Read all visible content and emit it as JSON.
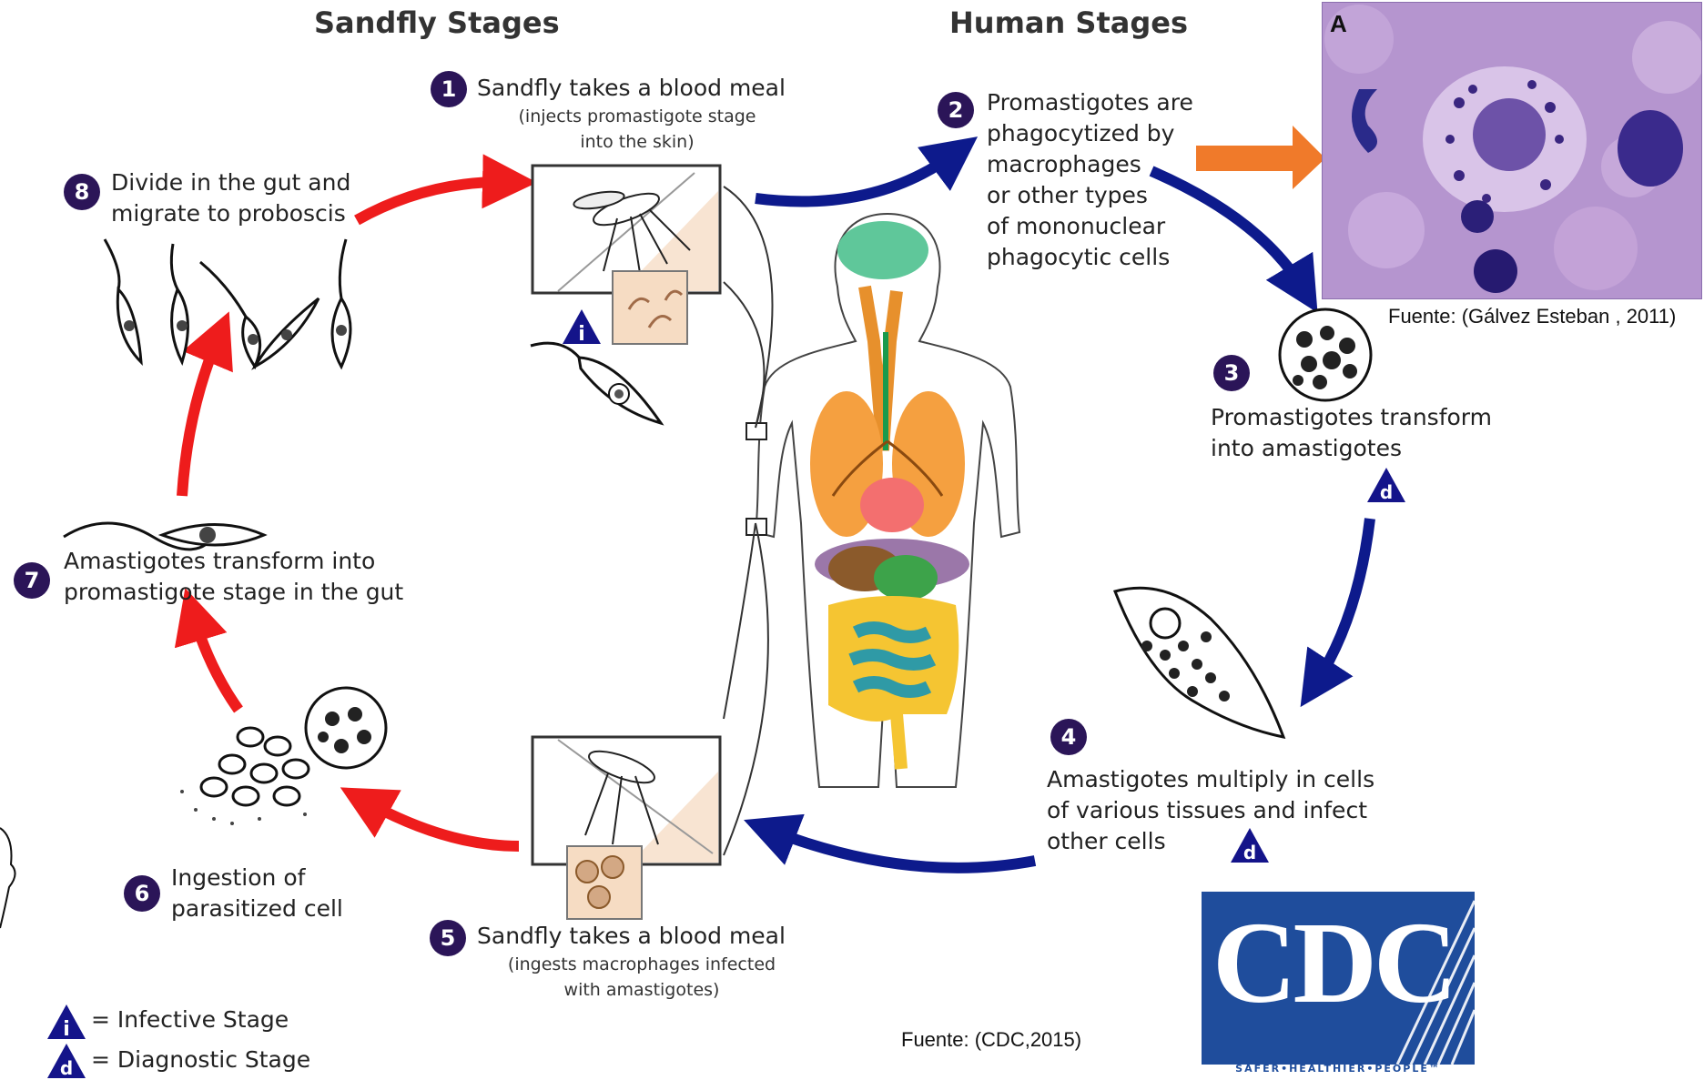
{
  "headers": {
    "sandfly": "Sandfly Stages",
    "human": "Human Stages"
  },
  "steps": [
    {
      "num": "1",
      "title": "Sandfly takes a blood meal",
      "sub_line1": "(injects promastigote stage",
      "sub_line2": "into the skin)"
    },
    {
      "num": "2",
      "line1": "Promastigotes are",
      "line2": "phagocytized by",
      "line3": "macrophages",
      "line4": "or other types",
      "line5": "of mononuclear",
      "line6": "phagocytic cells"
    },
    {
      "num": "3",
      "line1": "Promastigotes transform",
      "line2": "into amastigotes"
    },
    {
      "num": "4",
      "line1": "Amastigotes multiply in cells",
      "line2": "of various tissues and infect",
      "line3": "other cells"
    },
    {
      "num": "5",
      "title": "Sandfly takes a blood meal",
      "sub_line1": "(ingests macrophages infected",
      "sub_line2": "with amastigotes)"
    },
    {
      "num": "6",
      "line1": "Ingestion of",
      "line2": "parasitized cell"
    },
    {
      "num": "7",
      "line1": "Amastigotes transform into",
      "line2": "promastigote stage in  the gut"
    },
    {
      "num": "8",
      "line1": "Divide in the gut and",
      "line2": "migrate to proboscis"
    }
  ],
  "micrograph": {
    "label": "A",
    "caption": "Fuente: (Gálvez Esteban , 2011)"
  },
  "source_caption": "Fuente: (CDC,2015)",
  "legend": {
    "infective_symbol": "i",
    "infective_label": "= Infective Stage",
    "diagnostic_symbol": "d",
    "diagnostic_label": "= Diagnostic Stage"
  },
  "cdc_logo": {
    "letters": "CDC",
    "tagline": "SAFER•HEALTHIER•PEOPLE™"
  },
  "colors": {
    "sandfly_arrow": "#ee1c1c",
    "human_arrow": "#0d1a8c",
    "badge": "#2b1558",
    "pointer_arrow": "#f07a2a",
    "cdc_blue": "#1f4d9c"
  }
}
